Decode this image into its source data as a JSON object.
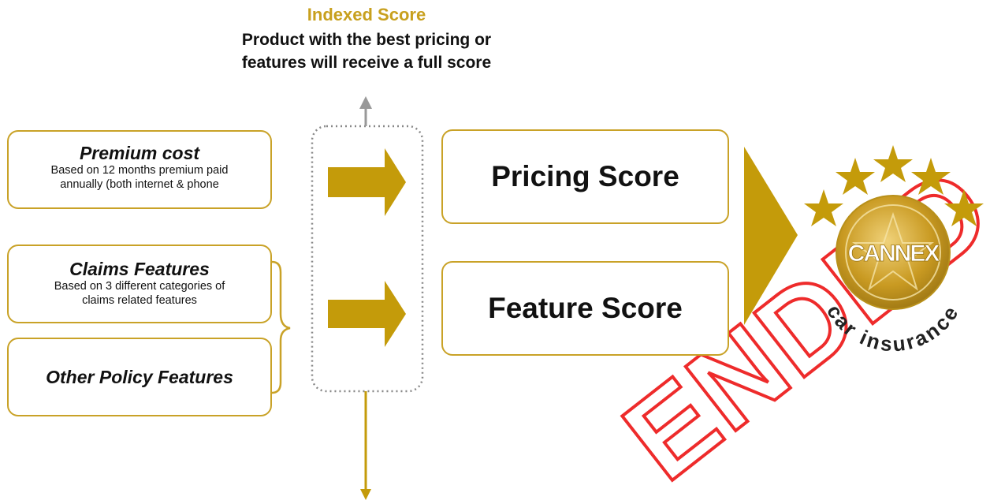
{
  "header": {
    "title": "Indexed Score",
    "subtitle_line1": "Product with the best pricing or",
    "subtitle_line2": "features will receive a full score"
  },
  "inputs": [
    {
      "title": "Premium cost",
      "desc_line1": "Based on 12 months premium paid",
      "desc_line2": "annually (both internet & phone"
    },
    {
      "title": "Claims Features",
      "desc_line1": "Based on 3 different categories of",
      "desc_line2": "claims related features"
    },
    {
      "title": "Other Policy Features",
      "desc_line1": "",
      "desc_line2": ""
    }
  ],
  "scores": [
    {
      "label": "Pricing Score"
    },
    {
      "label": "Feature Score"
    }
  ],
  "logo": {
    "brand": "CANNEX",
    "product": "car insurance"
  },
  "watermark": "ENDED",
  "colors": {
    "accent": "#c9a227",
    "arrow": "#c49b0a",
    "watermark": "#ee2b2b",
    "dotted": "#888888"
  }
}
